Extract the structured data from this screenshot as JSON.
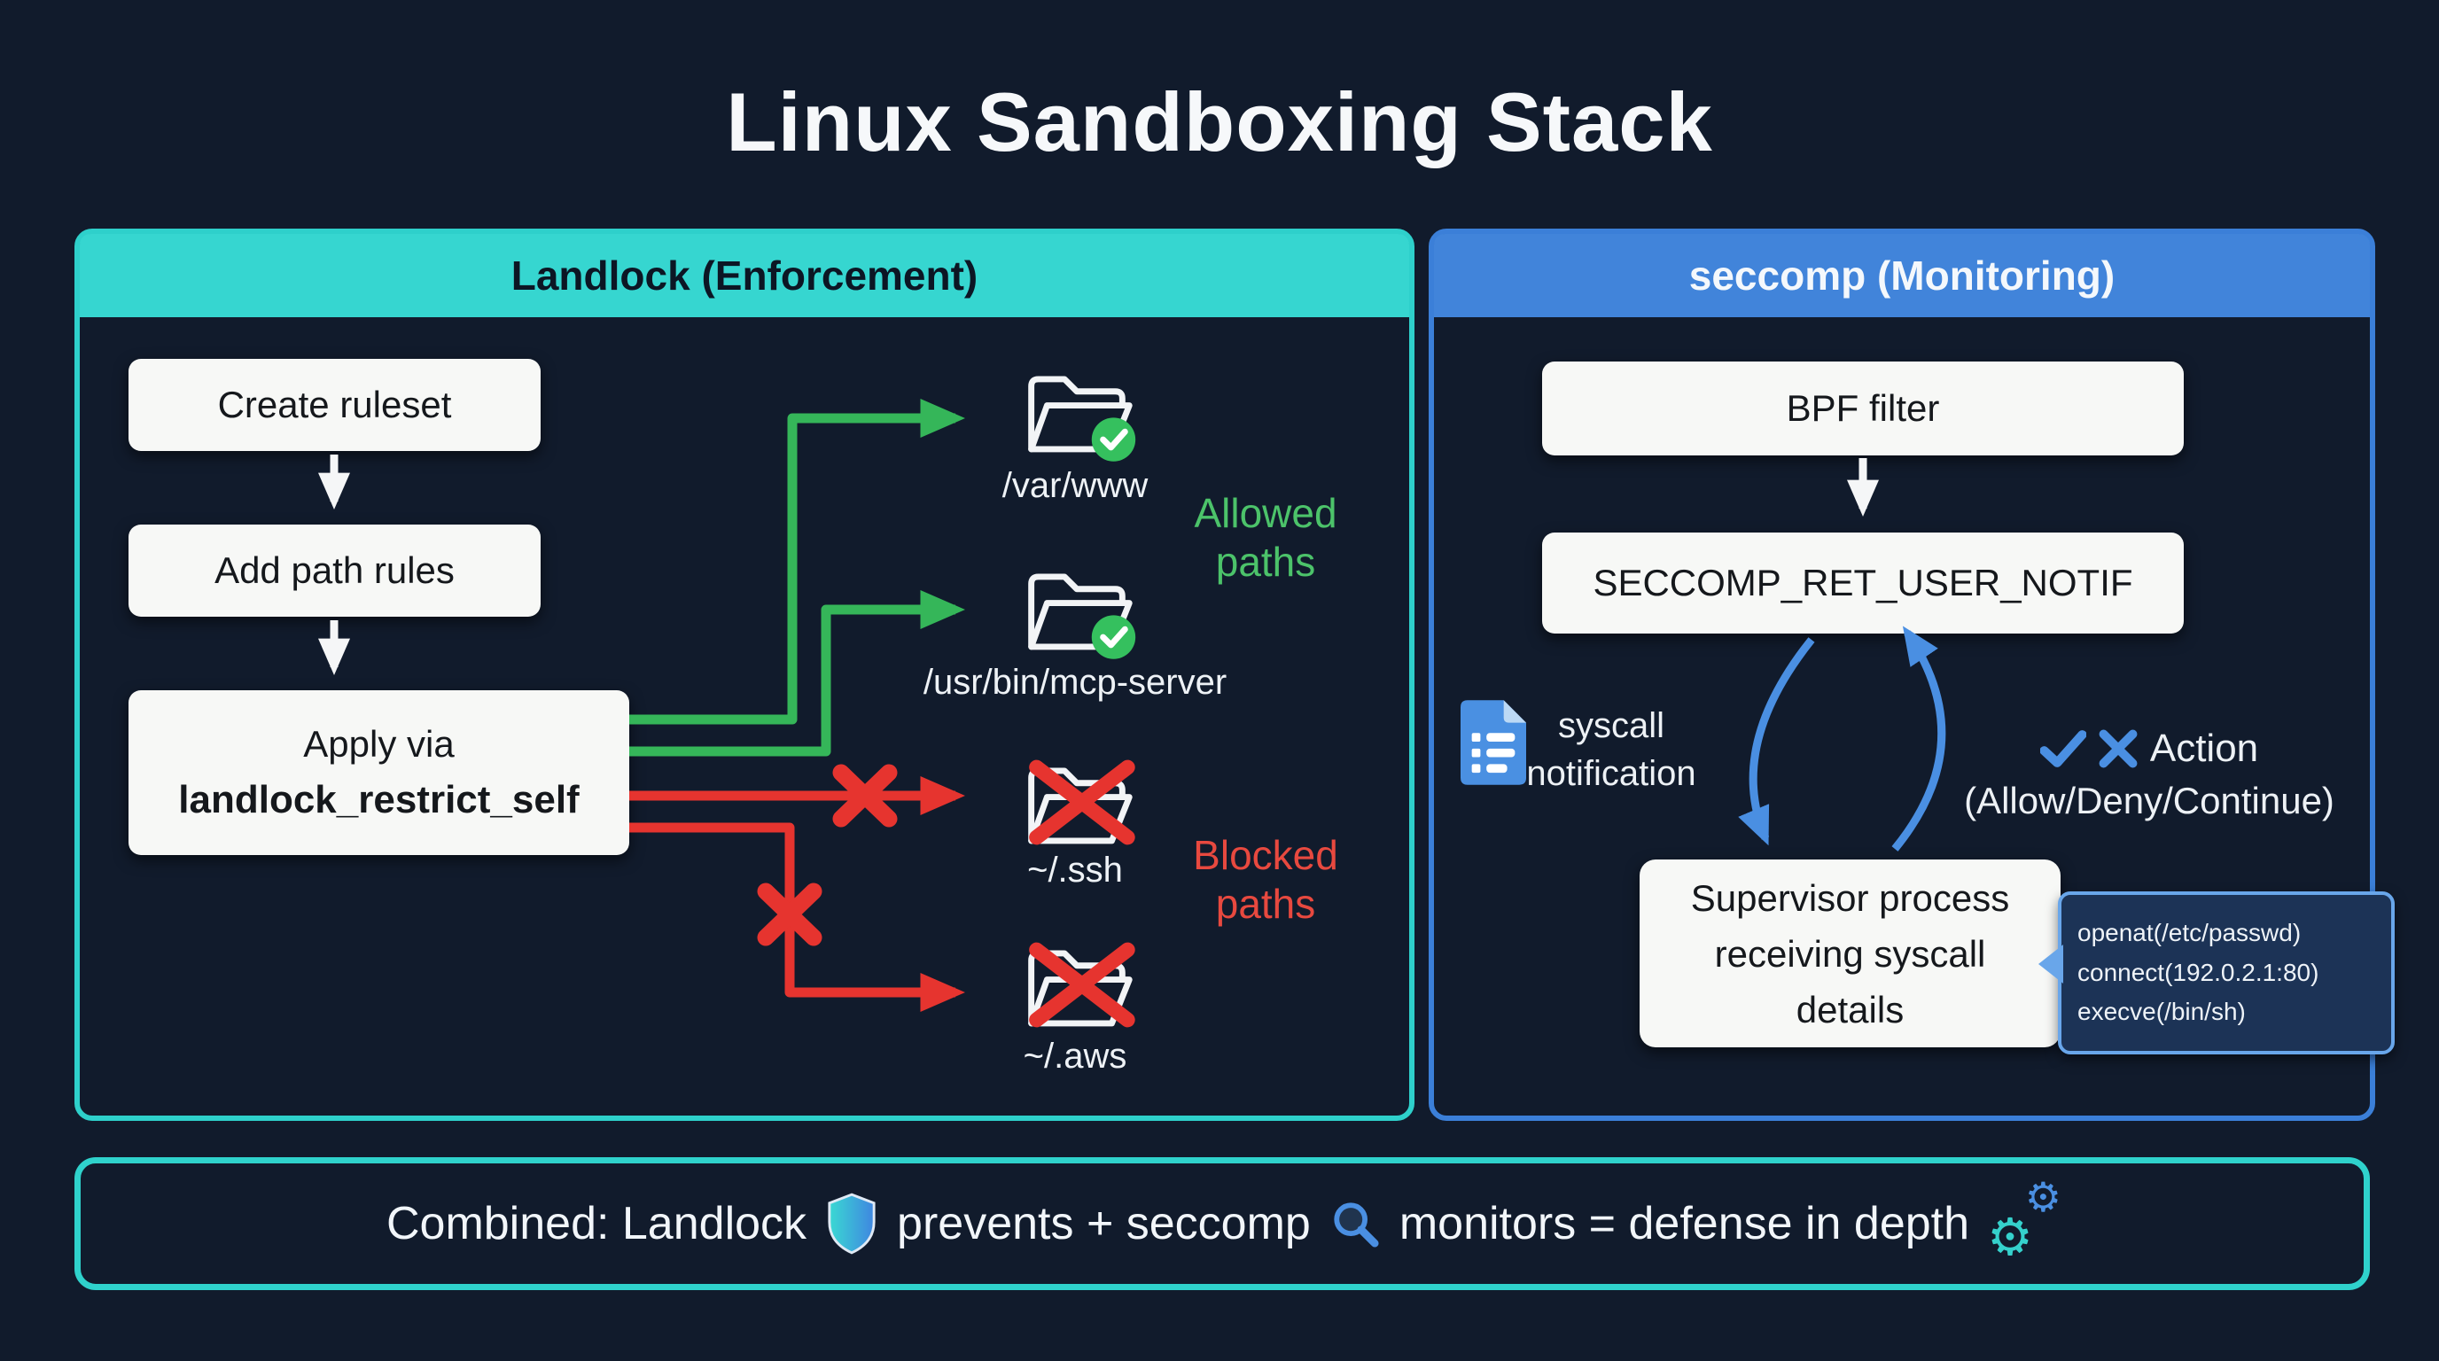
{
  "title": "Linux Sandboxing Stack",
  "landlock": {
    "header": "Landlock (Enforcement)",
    "steps": [
      "Create ruleset",
      "Add path rules"
    ],
    "apply_step": {
      "line1": "Apply via",
      "line2": "landlock_restrict_self"
    },
    "allowed_label": {
      "line1": "Allowed",
      "line2": "paths"
    },
    "blocked_label": {
      "line1": "Blocked",
      "line2": "paths"
    },
    "allowed_paths": [
      "/var/www",
      "/usr/bin/mcp-server"
    ],
    "blocked_paths": [
      "~/.ssh",
      "~/.aws"
    ]
  },
  "seccomp": {
    "header": "seccomp (Monitoring)",
    "bpf_filter": "BPF filter",
    "ret_user_notif": "SECCOMP_RET_USER_NOTIF",
    "syscall_notification": {
      "line1": "syscall",
      "line2": "notification"
    },
    "action": {
      "title": "Action",
      "subtitle": "(Allow/Deny/Continue)"
    },
    "supervisor": {
      "line1": "Supervisor process",
      "line2": "receiving syscall",
      "line3": "details"
    },
    "syscall_examples": [
      "openat(/etc/passwd)",
      "connect(192.0.2.1:80)",
      "execve(/bin/sh)"
    ]
  },
  "footer": {
    "segment1": "Combined: Landlock",
    "segment2": "prevents + seccomp",
    "segment3": "monitors = defense in depth"
  },
  "icons": {
    "allowed_badge": "check-circle",
    "blocked_mark": "red-x",
    "notification": "document-list",
    "action_allow": "check",
    "action_deny": "x",
    "footer_shield": "shield",
    "footer_magnifier": "magnifying-glass",
    "footer_gears": "gears"
  },
  "colors": {
    "background": "#111b2c",
    "cyan_accent": "#36d6d0",
    "blue_accent": "#4184da",
    "green": "#35b659",
    "red": "#e6342f",
    "box_bg": "#f7f8f6",
    "code_box_bg": "#1c3356",
    "code_box_border": "#69a6ea"
  }
}
